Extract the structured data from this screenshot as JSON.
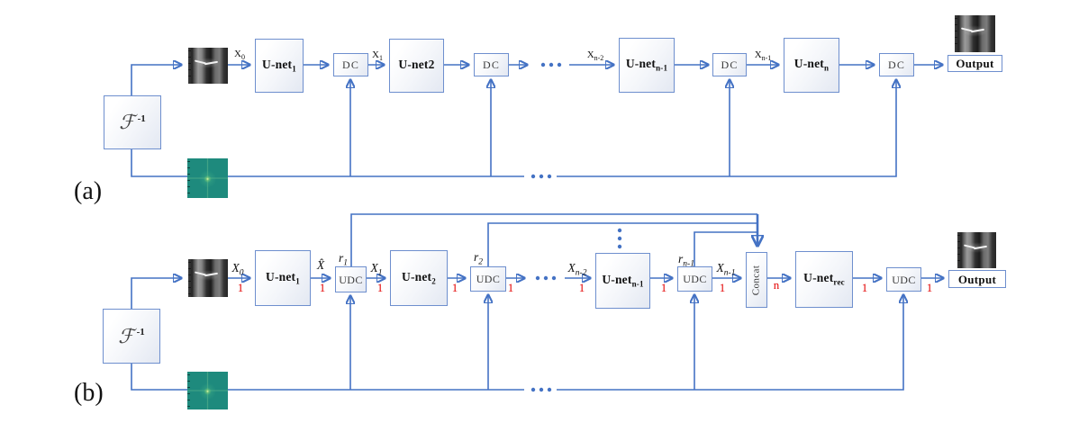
{
  "figure_title": "cascaded-unet-architecture-diagram",
  "colors": {
    "line_blue": "#4472C4",
    "label_red": "#E30000",
    "box_border": "#6E8FCE",
    "kspace_teal": "#1E8A7D"
  },
  "f": {
    "base": "ℱ",
    "sup": "-1"
  },
  "a": {
    "panel_label": "(a)",
    "dc": "DC",
    "output": "Output",
    "unet1_base": "U-net",
    "unet1_sub": "1",
    "unet2_base": "U-net2",
    "unet2_sub": "",
    "unetn1_base": "U-net",
    "unetn1_sub": "n-1",
    "unetn_base": "U-net",
    "unetn_sub": "n",
    "x0_base": "X",
    "x0_sub": "0",
    "x1_base": "X",
    "x1_sub": "1",
    "xn2_base": "X",
    "xn2_sub": "n-2",
    "xn1_base": "X",
    "xn1_sub": "n-1"
  },
  "b": {
    "panel_label": "(b)",
    "udc": "UDC",
    "concat": "Concat",
    "output": "Output",
    "unet1_base": "U-net",
    "unet1_sub": "1",
    "unet2_base": "U-net",
    "unet2_sub": "2",
    "unetn1_base": "U-net",
    "unetn1_sub": "n-1",
    "unetrec_base": "U-net",
    "unetrec_sub": "rec",
    "x0_base": "X",
    "x0_sub": "0",
    "xhat": "X̂",
    "r1_base": "r",
    "r1_sub": "1",
    "x1_base": "X",
    "x1_sub": "1",
    "r2_base": "r",
    "r2_sub": "2",
    "xn2_base": "X",
    "xn2_sub": "n-2",
    "rn1_base": "r",
    "rn1_sub": "n-1",
    "xn1_base": "X",
    "xn1_sub": "n-1",
    "ch_one": "1",
    "ch_n": "n"
  },
  "images": {
    "mri_thumb": "knee-mri-image",
    "kspace_thumb": "k-space-image"
  }
}
